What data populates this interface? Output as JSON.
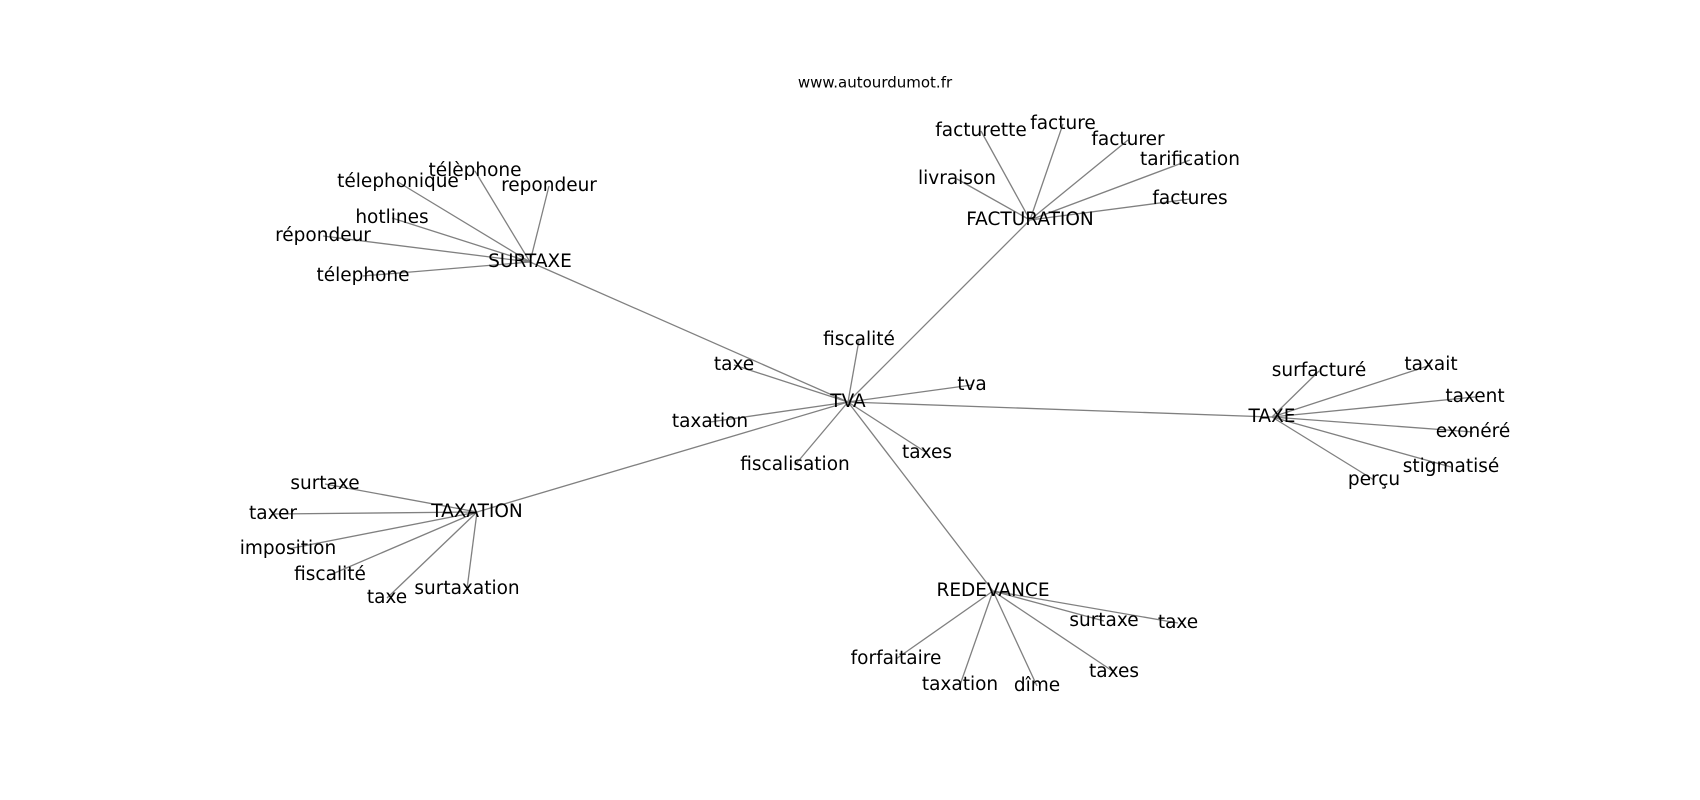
{
  "site": "www.autourdumot.fr",
  "colors": {
    "edge": "#808080",
    "text": "#000000",
    "background": "#ffffff"
  },
  "nodes": [
    {
      "id": "tva",
      "label": "TVA"
    },
    {
      "id": "taxe_c",
      "label": "taxe"
    },
    {
      "id": "fiscalite_c",
      "label": "fiscalité"
    },
    {
      "id": "tva_low",
      "label": "tva"
    },
    {
      "id": "taxation_c",
      "label": "taxation"
    },
    {
      "id": "fiscalisation",
      "label": "fiscalisation"
    },
    {
      "id": "taxes_c",
      "label": "taxes"
    },
    {
      "id": "surtaxe_hub",
      "label": "SURTAXE"
    },
    {
      "id": "telephonique",
      "label": "télephonique"
    },
    {
      "id": "telephone_a",
      "label": "télèphone"
    },
    {
      "id": "repondeur_a",
      "label": "repondeur"
    },
    {
      "id": "hotlines",
      "label": "hotlines"
    },
    {
      "id": "repondeur_b",
      "label": "répondeur"
    },
    {
      "id": "telephone_b",
      "label": "télephone"
    },
    {
      "id": "facturation_hub",
      "label": "FACTURATION"
    },
    {
      "id": "facturette",
      "label": "facturette"
    },
    {
      "id": "facture",
      "label": "facture"
    },
    {
      "id": "facturer",
      "label": "facturer"
    },
    {
      "id": "tarification",
      "label": "tarification"
    },
    {
      "id": "livraison",
      "label": "livraison"
    },
    {
      "id": "factures",
      "label": "factures"
    },
    {
      "id": "taxe_hub",
      "label": "TAXE"
    },
    {
      "id": "surfacture",
      "label": "surfacturé"
    },
    {
      "id": "taxait",
      "label": "taxait"
    },
    {
      "id": "taxent",
      "label": "taxent"
    },
    {
      "id": "exonere",
      "label": "exonéré"
    },
    {
      "id": "stigmatise",
      "label": "stigmatisé"
    },
    {
      "id": "percu",
      "label": "perçu"
    },
    {
      "id": "taxation_hub",
      "label": "TAXATION"
    },
    {
      "id": "surtaxe_t",
      "label": "surtaxe"
    },
    {
      "id": "taxer",
      "label": "taxer"
    },
    {
      "id": "imposition",
      "label": "imposition"
    },
    {
      "id": "fiscalite_t",
      "label": "fiscalité"
    },
    {
      "id": "taxe_t",
      "label": "taxe"
    },
    {
      "id": "surtaxation",
      "label": "surtaxation"
    },
    {
      "id": "redevance_hub",
      "label": "REDEVANCE"
    },
    {
      "id": "surtaxe_r",
      "label": "surtaxe"
    },
    {
      "id": "taxe_r",
      "label": "taxe"
    },
    {
      "id": "forfaitaire",
      "label": "forfaitaire"
    },
    {
      "id": "taxation_r",
      "label": "taxation"
    },
    {
      "id": "dime",
      "label": "dîme"
    },
    {
      "id": "taxes_r",
      "label": "taxes"
    }
  ],
  "edges": [
    [
      "tva",
      "taxe_c"
    ],
    [
      "tva",
      "fiscalite_c"
    ],
    [
      "tva",
      "tva_low"
    ],
    [
      "tva",
      "taxation_c"
    ],
    [
      "tva",
      "fiscalisation"
    ],
    [
      "tva",
      "taxes_c"
    ],
    [
      "tva",
      "surtaxe_hub"
    ],
    [
      "tva",
      "facturation_hub"
    ],
    [
      "tva",
      "taxe_hub"
    ],
    [
      "tva",
      "taxation_hub"
    ],
    [
      "tva",
      "redevance_hub"
    ],
    [
      "surtaxe_hub",
      "telephonique"
    ],
    [
      "surtaxe_hub",
      "telephone_a"
    ],
    [
      "surtaxe_hub",
      "repondeur_a"
    ],
    [
      "surtaxe_hub",
      "hotlines"
    ],
    [
      "surtaxe_hub",
      "repondeur_b"
    ],
    [
      "surtaxe_hub",
      "telephone_b"
    ],
    [
      "facturation_hub",
      "facturette"
    ],
    [
      "facturation_hub",
      "facture"
    ],
    [
      "facturation_hub",
      "facturer"
    ],
    [
      "facturation_hub",
      "tarification"
    ],
    [
      "facturation_hub",
      "livraison"
    ],
    [
      "facturation_hub",
      "factures"
    ],
    [
      "taxe_hub",
      "surfacture"
    ],
    [
      "taxe_hub",
      "taxait"
    ],
    [
      "taxe_hub",
      "taxent"
    ],
    [
      "taxe_hub",
      "exonere"
    ],
    [
      "taxe_hub",
      "stigmatise"
    ],
    [
      "taxe_hub",
      "percu"
    ],
    [
      "taxation_hub",
      "surtaxe_t"
    ],
    [
      "taxation_hub",
      "taxer"
    ],
    [
      "taxation_hub",
      "imposition"
    ],
    [
      "taxation_hub",
      "fiscalite_t"
    ],
    [
      "taxation_hub",
      "taxe_t"
    ],
    [
      "taxation_hub",
      "surtaxation"
    ],
    [
      "redevance_hub",
      "surtaxe_r"
    ],
    [
      "redevance_hub",
      "taxe_r"
    ],
    [
      "redevance_hub",
      "forfaitaire"
    ],
    [
      "redevance_hub",
      "taxation_r"
    ],
    [
      "redevance_hub",
      "dime"
    ],
    [
      "redevance_hub",
      "taxes_r"
    ]
  ]
}
